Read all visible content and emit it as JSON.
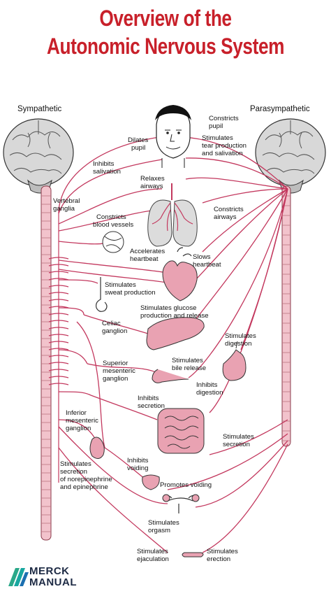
{
  "title": {
    "line1": "Overview of the",
    "line2": "Autonomic Nervous System"
  },
  "sides": {
    "left": "Sympathetic",
    "right": "Parasympathetic"
  },
  "labels": {
    "constricts_pupil": [
      "Constricts",
      "pupil"
    ],
    "dilates_pupil": [
      "Dilates",
      "pupil"
    ],
    "stimulates_tear": [
      "Stimulates",
      "tear production",
      "and salivation"
    ],
    "inhibits_salivation": [
      "Inhibits",
      "salivation"
    ],
    "relaxes_airways": [
      "Relaxes",
      "airways"
    ],
    "vertebral_ganglia": [
      "Vertebral",
      "ganglia"
    ],
    "constricts_airways": [
      "Constricts",
      "airways"
    ],
    "constricts_blood_vessels": [
      "Constricts",
      "blood vessels"
    ],
    "accelerates_heartbeat": [
      "Accelerates",
      "heartbeat"
    ],
    "slows_heartbeat": [
      "Slows",
      "heartbeat"
    ],
    "stimulates_sweat": [
      "Stimulates",
      "sweat production"
    ],
    "stimulates_glucose": [
      "Stimulates glucose",
      "production and release"
    ],
    "celiac_ganglion": [
      "Celiac",
      "ganglion"
    ],
    "stimulates_digestion": [
      "Stimulates",
      "digestion"
    ],
    "superior_mesenteric": [
      "Superior",
      "mesenteric",
      "ganglion"
    ],
    "stimulates_bile": [
      "Stimulates",
      "bile release"
    ],
    "inhibits_digestion": [
      "Inhibits",
      "digestion"
    ],
    "inhibits_secretion": [
      "Inhibits",
      "secretion"
    ],
    "inferior_mesenteric": [
      "Inferior",
      "mesenteric",
      "ganglion"
    ],
    "stimulates_secretion": [
      "Stimulates",
      "secretion"
    ],
    "inhibits_voiding": [
      "Inhibits",
      "voiding"
    ],
    "stimulates_norepinephrine": [
      "Stimulates",
      "secretion",
      "of norepinephrine",
      "and epinephrine"
    ],
    "promotes_voiding": [
      "Promotes voiding"
    ],
    "stimulates_orgasm": [
      "Stimulates",
      "orgasm"
    ],
    "stimulates_ejaculation": [
      "Stimulates",
      "ejaculation"
    ],
    "stimulates_erection": [
      "Stimulates",
      "erection"
    ]
  },
  "logo": {
    "line1": "MERCK",
    "line2": "MANUAL",
    "icon": "merck-manual-logo-icon"
  },
  "colors": {
    "title": "#c8202a",
    "nerve": "#c3385e",
    "organ_fill": "#e9a2b2",
    "brain_fill": "#d6d6d6",
    "logo_text": "#1d2a44"
  }
}
